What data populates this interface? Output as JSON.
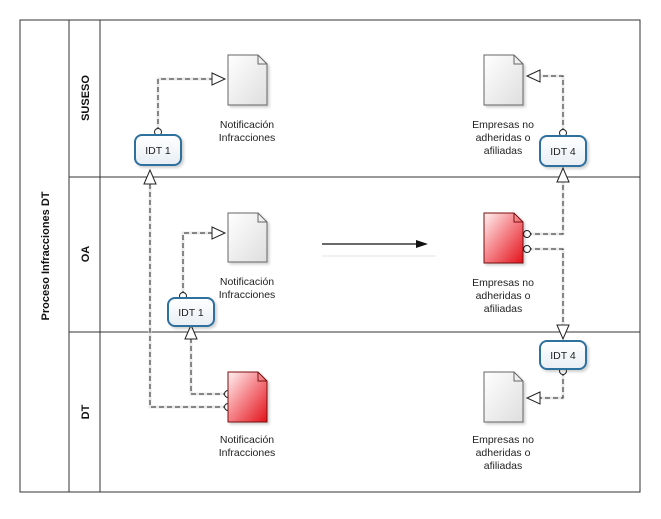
{
  "pool": {
    "title": "Proceso Infracciones DT"
  },
  "lanes": [
    {
      "label": "SUSESO"
    },
    {
      "label": "OA"
    },
    {
      "label": "DT"
    }
  ],
  "documents": [
    {
      "id": "suseso-notif",
      "lines": [
        "Notificación",
        "Infracciones"
      ],
      "highlight": false
    },
    {
      "id": "suseso-empresas",
      "lines": [
        "Empresas no",
        "adheridas o",
        "afiliadas"
      ],
      "highlight": false
    },
    {
      "id": "oa-notif",
      "lines": [
        "Notificación",
        "Infracciones"
      ],
      "highlight": false
    },
    {
      "id": "oa-empresas",
      "lines": [
        "Empresas no",
        "adheridas o",
        "afiliadas"
      ],
      "highlight": true
    },
    {
      "id": "dt-notif",
      "lines": [
        "Notificación",
        "Infracciones"
      ],
      "highlight": true
    },
    {
      "id": "dt-empresas",
      "lines": [
        "Empresas no",
        "adheridas o",
        "afiliadas"
      ],
      "highlight": false
    }
  ],
  "interfaces": [
    {
      "id": "idt1-suseso",
      "label": "IDT 1"
    },
    {
      "id": "idt4-suseso",
      "label": "IDT 4"
    },
    {
      "id": "idt1-oa",
      "label": "IDT 1"
    },
    {
      "id": "idt4-dt",
      "label": "IDT 4"
    }
  ],
  "colors": {
    "doc_fill": "#f3f3f3",
    "doc_highlight": "#e8131b",
    "interface_stroke": "#2e6f9e",
    "lane_border": "#333333"
  }
}
